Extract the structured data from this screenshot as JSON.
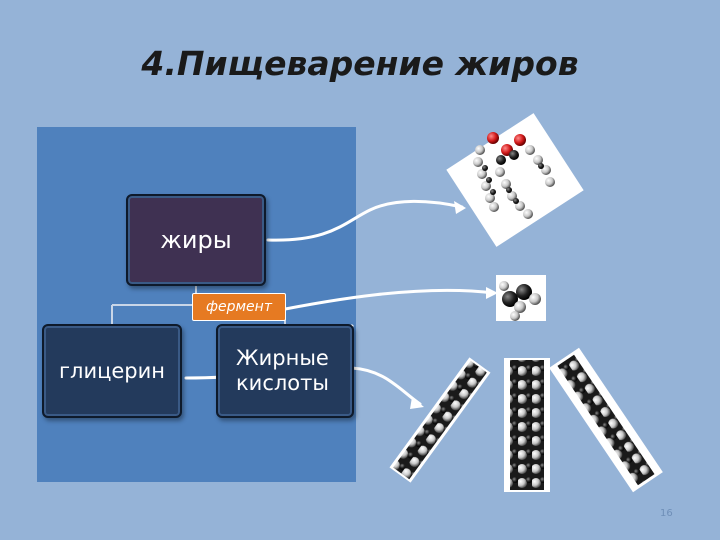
{
  "slide": {
    "title": "4.Пищеварение жиров",
    "page_number": "16"
  },
  "diagram": {
    "fats_label": "жиры",
    "enzyme_label": "фермент",
    "glycerol_label": "глицерин",
    "fatty_acids_label": "Жирные\nкислоты"
  },
  "colors": {
    "background": "#95b3d7",
    "panel": "#4f81bd",
    "fats_box": "#3f3152",
    "product_box": "#233a5c",
    "enzyme_badge": "#e67a22",
    "oxygen_atom": "#d21a1a"
  }
}
